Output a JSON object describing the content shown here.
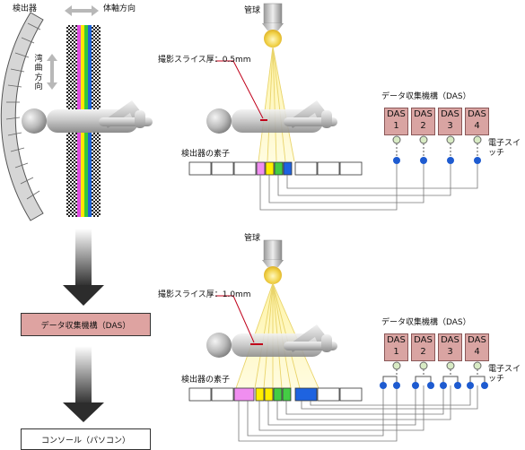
{
  "left": {
    "detector_label": "検出器",
    "body_axis_label": "体軸方向",
    "curve_label": "湾曲方向",
    "das_box": "データ収集機構（DAS）",
    "console_box": "コンソール（パソコン）"
  },
  "panel_top": {
    "tube_label": "管球",
    "slice_label": "撮影スライス厚：0.5mm",
    "das_title": "データ収集機構（DAS）",
    "das_units": [
      {
        "line1": "DAS",
        "line2": "1"
      },
      {
        "line1": "DAS",
        "line2": "2"
      },
      {
        "line1": "DAS",
        "line2": "3"
      },
      {
        "line1": "DAS",
        "line2": "4"
      }
    ],
    "switch_label": "電子スイッチ",
    "element_label": "検出器の素子"
  },
  "panel_bottom": {
    "tube_label": "管球",
    "slice_label": "撮影スライス厚：1.0mm",
    "das_title": "データ収集機構（DAS）",
    "das_units": [
      {
        "line1": "DAS",
        "line2": "1"
      },
      {
        "line1": "DAS",
        "line2": "2"
      },
      {
        "line1": "DAS",
        "line2": "3"
      },
      {
        "line1": "DAS",
        "line2": "4"
      }
    ],
    "switch_label": "電子スイッチ",
    "element_label": "検出器の素子"
  }
}
